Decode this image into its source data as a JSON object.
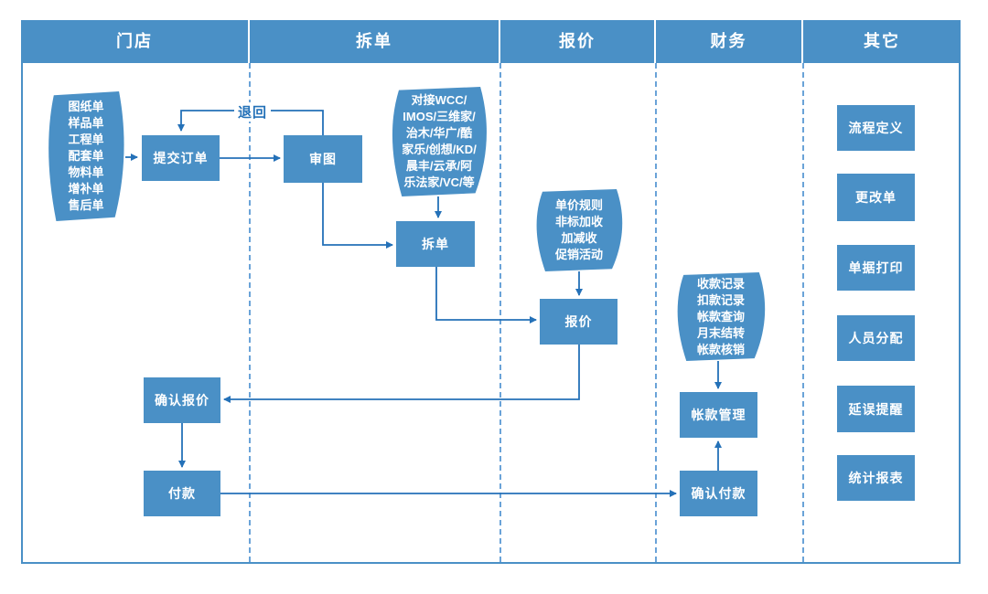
{
  "colors": {
    "shape_fill": "#4a90c6",
    "connector": "#2471b8",
    "lane_divider": "#6aa3d8",
    "frame_border": "#4a90c6",
    "text_on_shape": "#ffffff"
  },
  "lanes": [
    {
      "label": "门店"
    },
    {
      "label": "拆单"
    },
    {
      "label": "报价"
    },
    {
      "label": "财务"
    },
    {
      "label": "其它"
    }
  ],
  "docs": {
    "orders": {
      "lines": [
        "图纸单",
        "样品单",
        "工程单",
        "配套单",
        "物料单",
        "增补单",
        "售后单"
      ]
    },
    "integration": {
      "lines": [
        "对接WCC/",
        "IMOS/三维家/",
        "治木/华广/酷",
        "家乐/创想/KD/",
        "晨丰/云承/阿",
        "乐法家/VC/等"
      ]
    },
    "pricing": {
      "lines": [
        "单价规则",
        "非标加收",
        "加减收",
        "促销活动"
      ]
    },
    "finance": {
      "lines": [
        "收款记录",
        "扣款记录",
        "帐款查询",
        "月末结转",
        "帐款核销"
      ]
    }
  },
  "nodes": {
    "submit_order": "提交订单",
    "review_drawing": "审图",
    "split_order": "拆单",
    "quote": "报价",
    "confirm_quote": "确认报价",
    "pay": "付款",
    "account_mgmt": "帐款管理",
    "confirm_payment": "确认付款"
  },
  "side_buttons": [
    {
      "label": "流程定义"
    },
    {
      "label": "更改单"
    },
    {
      "label": "单据打印"
    },
    {
      "label": "人员分配"
    },
    {
      "label": "延误提醒"
    },
    {
      "label": "统计报表"
    }
  ],
  "labels": {
    "return": "退回"
  }
}
